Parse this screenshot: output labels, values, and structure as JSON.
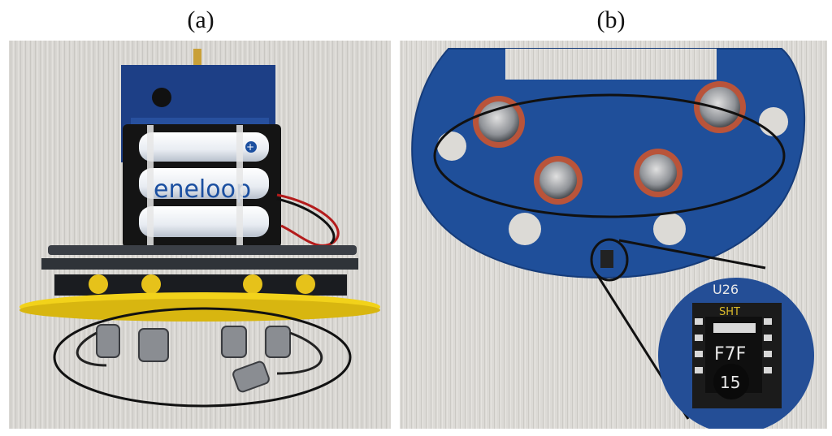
{
  "panels": [
    {
      "label": "(a)",
      "battery_brand": "eneloop"
    },
    {
      "label": "(b)",
      "inset": {
        "component_ref": "U26",
        "chip_code": "F7F",
        "chip_brand": "SHT",
        "chip_number": "15"
      }
    }
  ],
  "colors": {
    "wood_background": "#d8d6d2",
    "pcb_blue": "#1f4f9a",
    "yellow_plate": "#f2d21a",
    "ellipse": "#111111"
  }
}
